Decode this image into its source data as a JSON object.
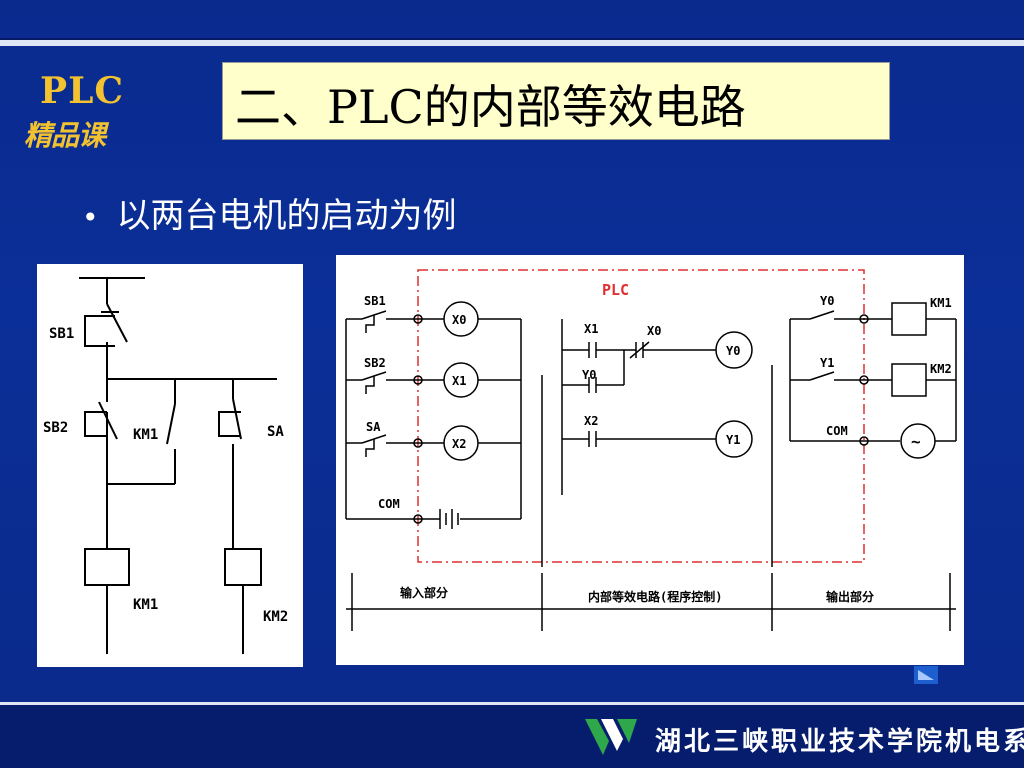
{
  "logo": {
    "main": "PLC",
    "sub": "精品课"
  },
  "title": "二、PLC的内部等效电路",
  "bullet": "以两台电机的启动为例",
  "left_diagram": {
    "labels": {
      "sb1": "SB1",
      "sb2": "SB2",
      "km1_contact": "KM1",
      "sa": "SA",
      "km1_coil": "KM1",
      "km2_coil": "KM2"
    }
  },
  "right_diagram": {
    "plc_label": "PLC",
    "inputs": {
      "sb1": "SB1",
      "sb2": "SB2",
      "sa": "SA",
      "com": "COM",
      "x0": "X0",
      "x1": "X1",
      "x2": "X2"
    },
    "logic": {
      "x1": "X1",
      "x0": "X0",
      "y0_contact": "Y0",
      "y0_coil": "Y0",
      "x2": "X2",
      "y1_coil": "Y1"
    },
    "outputs": {
      "y0": "Y0",
      "y1": "Y1",
      "com": "COM",
      "km1": "KM1",
      "km2": "KM2",
      "ac": "~"
    },
    "section_labels": {
      "input": "输入部分",
      "internal": "内部等效电路(程序控制)",
      "output": "输出部分"
    }
  },
  "footer": {
    "institution": "湖北三峡职业技术学院机电系"
  },
  "colors": {
    "background": "#0a2a8e",
    "title_box": "#ffffcc",
    "logo": "#f2c230",
    "plc_border": "#e03030"
  }
}
